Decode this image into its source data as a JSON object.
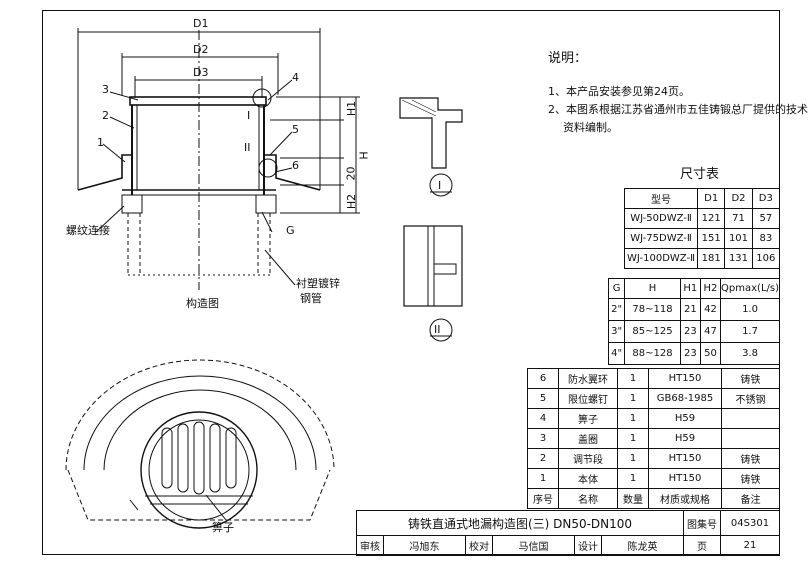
{
  "notes": {
    "heading": "说明：",
    "items": [
      "1、本产品安装参见第24页。",
      "2、本图系根据江苏省通州市五佳铸锻总厂提供的技术",
      "资料编制。"
    ]
  },
  "drawing_labels": {
    "d1": "D1",
    "d2": "D2",
    "d3": "D3",
    "h1": "H1",
    "h": "H",
    "h2": "H2",
    "dim20": "20",
    "c1": "1",
    "c2": "2",
    "c3": "3",
    "c4": "4",
    "c5": "5",
    "c6": "6",
    "roman1": "I",
    "roman2": "II",
    "g": "G",
    "thread": "螺纹连接",
    "pipe1": "衬塑镀锌",
    "pipe2": "钢管",
    "structure": "构造图",
    "grate": "箅子",
    "detail1": "I",
    "detail2": "II"
  },
  "size_table": {
    "title": "尺寸表",
    "headers": [
      "型号",
      "D1",
      "D2",
      "D3"
    ],
    "rows": [
      [
        "WJ-50DWZ-Ⅱ",
        "121",
        "71",
        "57"
      ],
      [
        "WJ-75DWZ-Ⅱ",
        "151",
        "101",
        "83"
      ],
      [
        "WJ-100DWZ-Ⅱ",
        "181",
        "131",
        "106"
      ]
    ]
  },
  "g_table": {
    "headers": [
      "G",
      "H",
      "H1",
      "H2",
      "Qpmax(L/s)"
    ],
    "rows": [
      [
        "2\"",
        "78~118",
        "21",
        "42",
        "1.0"
      ],
      [
        "3\"",
        "85~125",
        "23",
        "47",
        "1.7"
      ],
      [
        "4\"",
        "88~128",
        "23",
        "50",
        "3.8"
      ]
    ]
  },
  "parts_table": {
    "rows": [
      [
        "6",
        "防水翼环",
        "1",
        "HT150",
        "铸铁"
      ],
      [
        "5",
        "限位螺钉",
        "1",
        "GB68-1985",
        "不锈钢"
      ],
      [
        "4",
        "箅子",
        "1",
        "H59",
        ""
      ],
      [
        "3",
        "盖圈",
        "1",
        "H59",
        ""
      ],
      [
        "2",
        "调节段",
        "1",
        "HT150",
        "铸铁"
      ],
      [
        "1",
        "本体",
        "1",
        "HT150",
        "铸铁"
      ]
    ],
    "headers": [
      "序号",
      "名称",
      "数量",
      "材质或规格",
      "备注"
    ]
  },
  "title_block": {
    "title": "铸铁直通式地漏构造图(三) DN50-DN100",
    "atlas_label": "图集号",
    "atlas_no": "04S301",
    "review_label": "审核",
    "reviewer": "冯旭东",
    "check_label": "校对",
    "checker": "马信国",
    "design_label": "设计",
    "designer": "陈龙英",
    "page_label": "页",
    "page_no": "21"
  }
}
